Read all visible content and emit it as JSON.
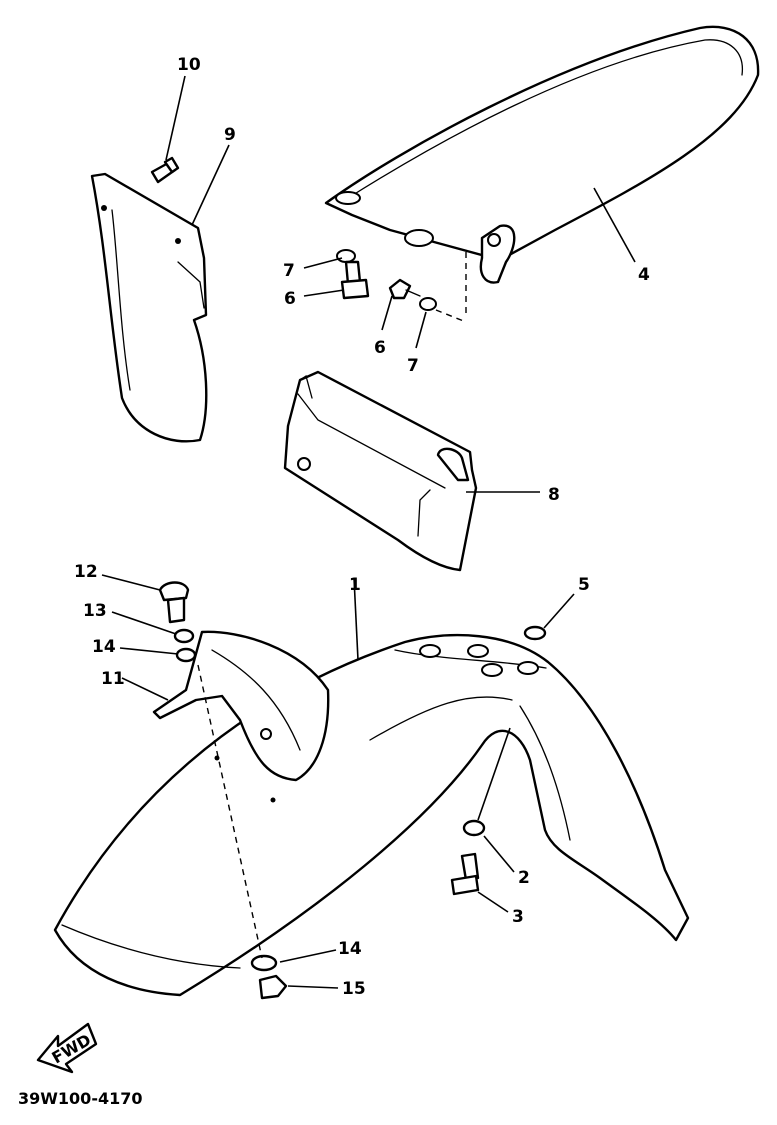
{
  "callouts": [
    {
      "id": "10",
      "label": "10"
    },
    {
      "id": "9",
      "label": "9"
    },
    {
      "id": "7a",
      "label": "7"
    },
    {
      "id": "6a",
      "label": "6"
    },
    {
      "id": "4",
      "label": "4"
    },
    {
      "id": "6b",
      "label": "6"
    },
    {
      "id": "7b",
      "label": "7"
    },
    {
      "id": "8",
      "label": "8"
    },
    {
      "id": "12",
      "label": "12"
    },
    {
      "id": "13",
      "label": "13"
    },
    {
      "id": "14a",
      "label": "14"
    },
    {
      "id": "11",
      "label": "11"
    },
    {
      "id": "1",
      "label": "1"
    },
    {
      "id": "5",
      "label": "5"
    },
    {
      "id": "2",
      "label": "2"
    },
    {
      "id": "3",
      "label": "3"
    },
    {
      "id": "14b",
      "label": "14"
    },
    {
      "id": "15",
      "label": "15"
    }
  ],
  "direction_badge": "FWD",
  "drawing_code": "39W100-4170"
}
